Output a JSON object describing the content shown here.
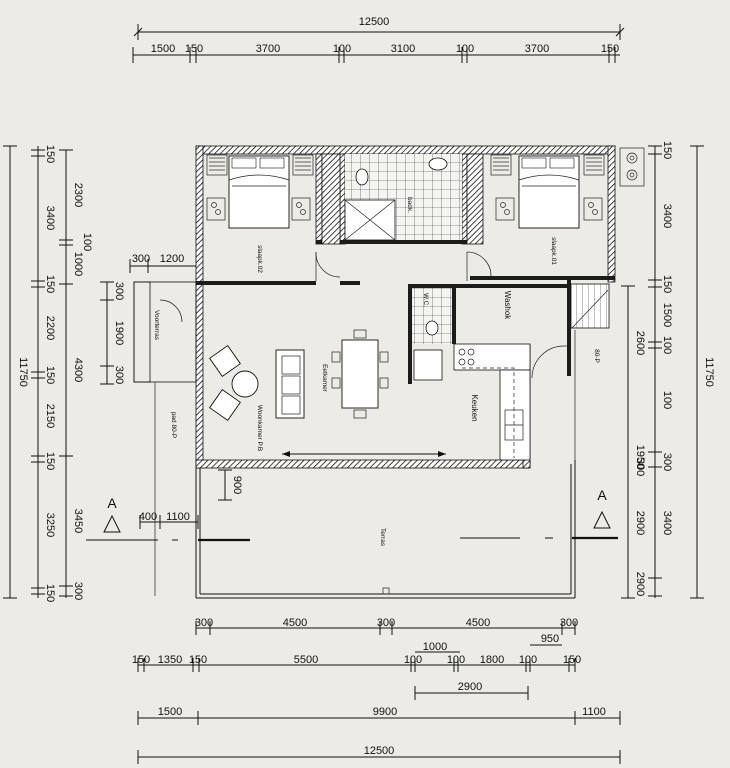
{
  "dimensions": {
    "top_total": "12500",
    "top_segments": [
      "1500",
      "150",
      "3700",
      "100",
      "3100",
      "100",
      "3700",
      "150"
    ],
    "bottom_row1": [
      "300",
      "4500",
      "300",
      "4500",
      "300"
    ],
    "bottom_row2_a": "1000",
    "bottom_row2_b": "950",
    "bottom_row3": [
      "150",
      "1350",
      "150",
      "5500",
      "100",
      "100",
      "1800",
      "100",
      "150"
    ],
    "bottom_row4": "2900",
    "bottom_row5": [
      "1500",
      "9900",
      "1100"
    ],
    "bottom_total": "12500",
    "left_outer": "11750",
    "left_mid": [
      "150",
      "3400",
      "150",
      "2200",
      "150",
      "2150",
      "150",
      "3250",
      "150"
    ],
    "left_inner": [
      "2300",
      "100",
      "1000",
      "4300",
      "3450",
      "300"
    ],
    "left_porch": [
      "300",
      "1200",
      "300",
      "1900",
      "300"
    ],
    "left_small": [
      "400",
      "1100",
      "900"
    ],
    "right_inner": [
      "150",
      "3400",
      "150",
      "1500",
      "100",
      "2600",
      "100",
      "1950",
      "300",
      "2900",
      "300"
    ],
    "right_mid": [
      "2900",
      "3400"
    ],
    "right_outer": "11750"
  },
  "rooms": {
    "bedroom_left": "slaapk.02",
    "bedroom_right": "slaapk.01",
    "bathroom": "badk.",
    "wc": "W.C.",
    "front_porch": "Voorterras",
    "path": "pad 80-P",
    "living": "Woonkamer P.B",
    "dining": "Eetkamer",
    "kitchen": "Keuken",
    "laundry": "Washok",
    "back_path": "80-P",
    "terrace": "Terras"
  },
  "section_marks": [
    "A",
    "A"
  ]
}
